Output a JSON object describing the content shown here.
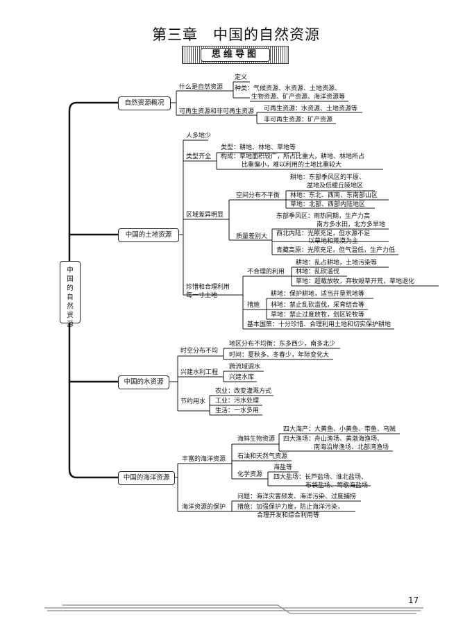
{
  "page": {
    "title": "第三章　中国的自然资源",
    "banner": "思维导图",
    "page_number": "17"
  },
  "root": "中国的自然资源",
  "n1": {
    "label": "自然资源概况",
    "a": "什么是自然资源",
    "a_def": "定义",
    "a_kinds1": "种类：气候资源、水资源、土地资源、",
    "a_kinds2": "生物资源、矿产资源、海洋资源等",
    "b": "可再生资源和非可再生资源",
    "b1": "可再生资源：水资源、土地资源等",
    "b2": "非可再生资源：矿产资源"
  },
  "n2": {
    "label": "中国的土地资源",
    "a": "人多地少",
    "b": "类型齐全",
    "b1": "类型：耕地、林地、草地等",
    "b2a": "构成：草地面积较广，所占比重大，耕地、林地所占",
    "b2b": "比重偏小，难以利用的土地比重较大",
    "c": "区域差异明显",
    "c1": "空间分布不平衡",
    "c1a1": "耕地：东部季风区的平原、",
    "c1a2": "盆地及低缓丘陵地区",
    "c1b": "林地：东北、西南、东南部山区",
    "c1c": "草地：北部、西部内陆地区",
    "c2": "质量差别大",
    "c2a1": "东部季风区：雨热同期，生产力高",
    "c2a2": "南方多水田，北方多旱地",
    "c2b1": "西北内陆：光照充足，但水源不足",
    "c2b2": "以草地和荒漠为主",
    "c2c": "青藏高原：光照充足，但气温低，生产力低",
    "d1": "珍惜和合理利用",
    "d2": "每一寸土地",
    "d_a": "不合理的利用",
    "d_a1": "耕地：乱占耕地，土地污染等",
    "d_a2": "林地：乱砍滥伐",
    "d_a3": "草地：超载放牧，弃牧毁草开荒，草地退化",
    "d_b": "措施",
    "d_b1": "耕地：保护耕地，适当开垦荒地等",
    "d_b2": "林地：禁止乱砍滥伐，采育结合等",
    "d_b3": "草地：禁止过度放牧，划区轮牧等",
    "d_c": "基本国策：十分珍惜、合理利用土地和切实保护耕地"
  },
  "n3": {
    "label": "中国的水资源",
    "a": "时空分布不均",
    "a1": "地区分布不均衡：东多西少，南多北少",
    "a2": "时间：夏秋多、冬春少，年际变化大",
    "b": "兴建水利工程",
    "b1": "跨流域调水",
    "b2": "兴建水库",
    "c": "节约用水",
    "c1": "农业：改变灌溉方式",
    "c2": "工业：污水处理",
    "c3": "生活：一水多用"
  },
  "n4": {
    "label": "中国的海洋资源",
    "a": "丰富的海洋资源",
    "a1": "海鲜生物资源",
    "a1a": "四大海产：大黄鱼、小黄鱼、带鱼、乌贼",
    "a1b1": "四大渔场：舟山渔场、黄渤海渔场、",
    "a1b2": "南海沿岸渔场、北部湾渔场",
    "a2": "石油和天然气资源",
    "a3": "化学资源",
    "a3a": "海盐等",
    "a3b1": "四大盐场：长芦盐场、淮北盐场、",
    "a3b2": "布袋盐场、莺歌海盐场",
    "b": "海洋资源的保护",
    "b1": "问题：海洋灾害频发、海洋污染、过度捕捞",
    "b2a": "措施：加强保护力度，防止海洋污染，",
    "b2b": "合理开发和综合利用等"
  }
}
